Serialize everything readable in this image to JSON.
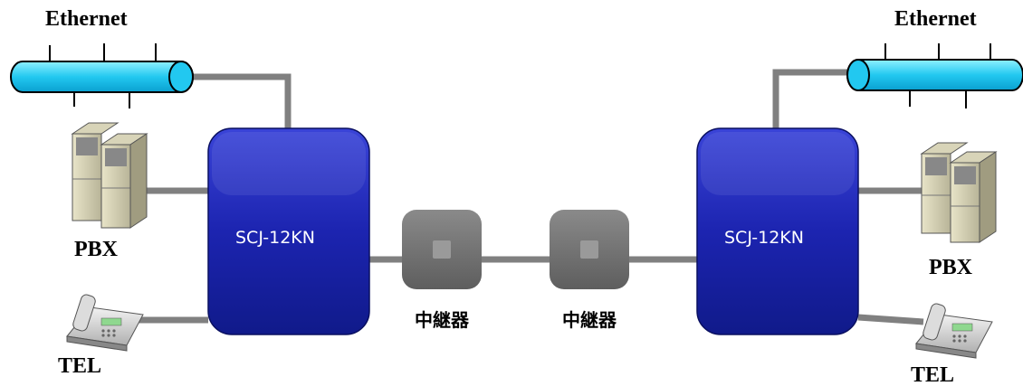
{
  "left": {
    "network_label": "Ethernet",
    "pbx_label": "PBX",
    "tel_label": "TEL",
    "device_label": "SCJ-12KN"
  },
  "right": {
    "network_label": "Ethernet",
    "pbx_label": "PBX",
    "tel_label": "TEL",
    "device_label": "SCJ-12KN"
  },
  "repeaters": [
    {
      "label": "中継器"
    },
    {
      "label": "中継器"
    }
  ],
  "colors": {
    "device_fill": "#1a22a8",
    "cable_fill": "#22c8f0",
    "link_line": "#808080",
    "repeater_fill": "#707070"
  }
}
